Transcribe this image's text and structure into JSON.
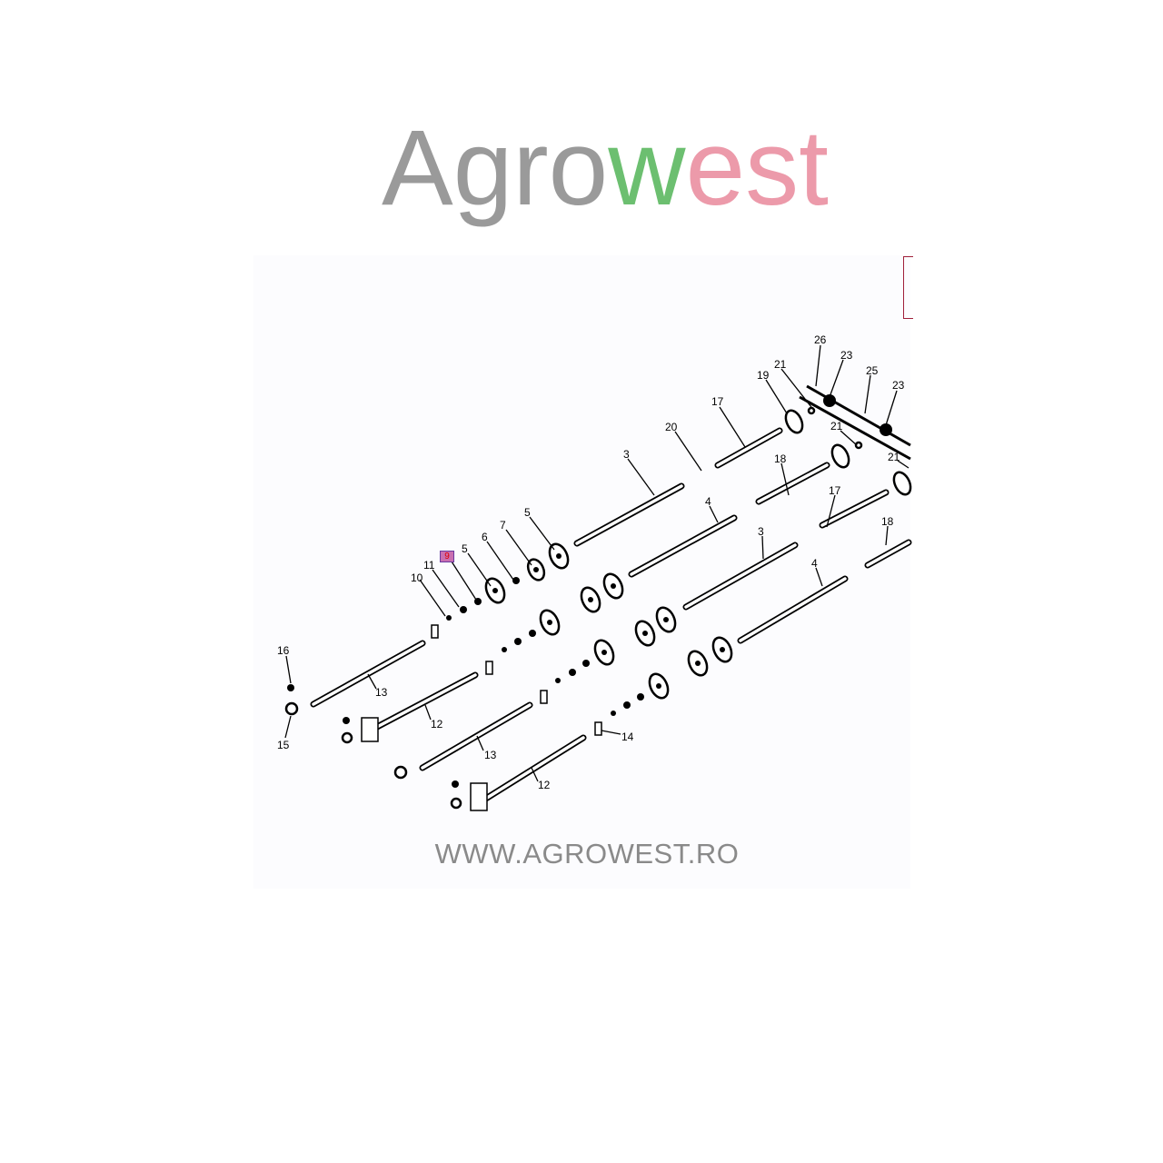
{
  "watermark": {
    "part1": "Agro",
    "part2": "w",
    "part3": "est"
  },
  "website": "WWW.AGROWEST.RO",
  "highlighted_callout": "9",
  "callouts": [
    "26",
    "23",
    "25",
    "23",
    "21",
    "19",
    "17",
    "20",
    "3",
    "21",
    "18",
    "21",
    "4",
    "17",
    "3",
    "18",
    "4",
    "5",
    "7",
    "6",
    "5",
    "11",
    "10",
    "16",
    "13",
    "15",
    "12",
    "13",
    "14",
    "12"
  ],
  "colors": {
    "watermark_gray": "#7a7a7a",
    "watermark_green": "#4caf50",
    "watermark_pink": "#e57f93",
    "highlight": "#c96fb0"
  }
}
